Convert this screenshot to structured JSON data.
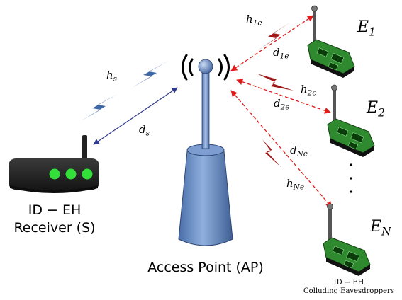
{
  "access_point": {
    "label": "Access Point (AP)"
  },
  "receiver": {
    "label_line1": "ID − EH",
    "label_line2": "Receiver (S)"
  },
  "eavesdroppers": {
    "caption_line1": "ID − EH",
    "caption_line2": "Colluding Eavesdroppers",
    "nodes": [
      {
        "name": "E",
        "sub": "1"
      },
      {
        "name": "E",
        "sub": "2"
      },
      {
        "name": "E",
        "sub": "N"
      }
    ],
    "ellipsis": "⋮"
  },
  "links": {
    "hs": {
      "sym": "h",
      "sub": "s"
    },
    "ds": {
      "sym": "d",
      "sub": "s"
    },
    "h1e": {
      "sym": "h",
      "sub": "1e"
    },
    "d1e": {
      "sym": "d",
      "sub": "1e"
    },
    "h2e": {
      "sym": "h",
      "sub": "2e"
    },
    "d2e": {
      "sym": "d",
      "sub": "2e"
    },
    "dNe": {
      "sym": "d",
      "sub": "Ne"
    },
    "hNe": {
      "sym": "h",
      "sub": "Ne"
    }
  },
  "colors": {
    "legit_link": "#2f3a8c",
    "eaves_link": "#e21b1b",
    "tower_body": "#6d8ec3",
    "tower_dark": "#3f5f94",
    "receiver_body": "#2b2b2b",
    "receiver_led": "#33e03a",
    "board_green": "#2f8a2f",
    "bolt_blue": "#3e68a8",
    "bolt_red": "#a01818"
  }
}
